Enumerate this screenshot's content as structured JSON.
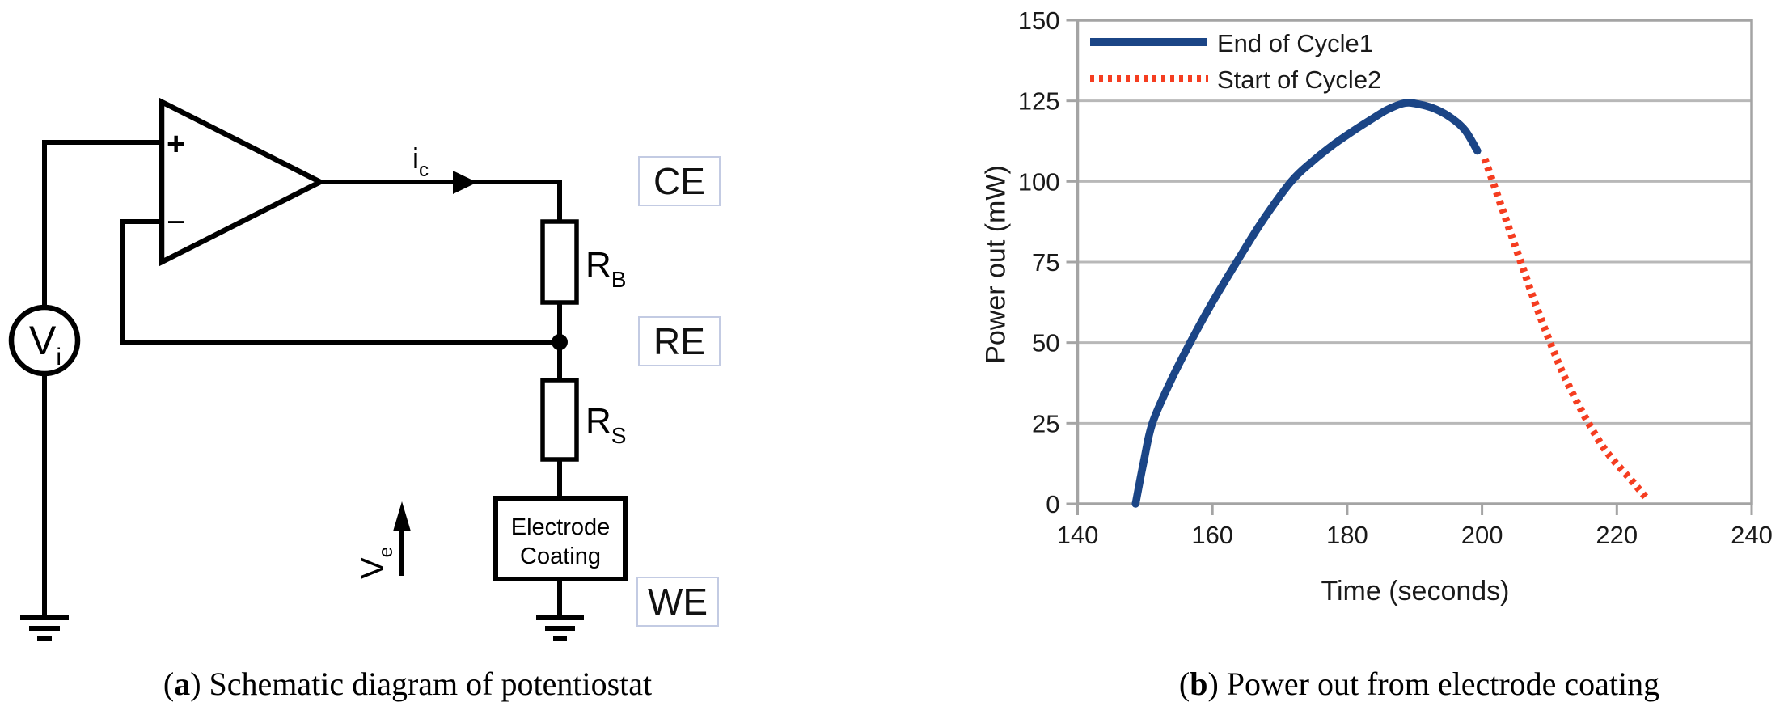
{
  "figure": {
    "panel_a": {
      "caption": {
        "open": "(",
        "letter": "a",
        "close": ")",
        "text": " Schematic diagram of potentiostat"
      },
      "labels": {
        "source": {
          "main": "V",
          "sub": "i"
        },
        "opamp_plus": "+",
        "opamp_minus": "−",
        "current": {
          "main": "i",
          "sub": "c"
        },
        "resistor_b": {
          "main": "R",
          "sub": "B"
        },
        "resistor_s": {
          "main": "R",
          "sub": "S"
        },
        "electrode_line1": "Electrode",
        "electrode_line2": "Coating",
        "voltage_e": {
          "main": "V",
          "sub": "e"
        },
        "terminal_ce": "CE",
        "terminal_re": "RE",
        "terminal_we": "WE"
      }
    },
    "panel_b": {
      "caption": {
        "open": "(",
        "letter": "b",
        "close": ")",
        "text": " Power out from electrode coating"
      }
    }
  },
  "colors": {
    "cycle1_blue": "#1b4586",
    "cycle2_red": "#f53d20",
    "grid": "#b8b8b8",
    "axis": "#a4a4a4",
    "label_box_border": "#c3cbe3"
  },
  "chart_data": {
    "type": "line",
    "title": "",
    "xlabel": "Time (seconds)",
    "ylabel": "Power out (mW)",
    "xlim": [
      140,
      240
    ],
    "ylim": [
      0,
      150
    ],
    "x_ticks": [
      140,
      160,
      180,
      200,
      220,
      240
    ],
    "y_ticks": [
      0,
      25,
      50,
      75,
      100,
      125,
      150
    ],
    "grid": "horizontal",
    "legend_position": "top-left",
    "series": [
      {
        "name": "End of Cycle1",
        "style": "solid",
        "color": "#1b4586",
        "points": [
          [
            148.6,
            0
          ],
          [
            149.8,
            13
          ],
          [
            151.1,
            25
          ],
          [
            153.8,
            38
          ],
          [
            156.7,
            50
          ],
          [
            160,
            62.5
          ],
          [
            163.6,
            75
          ],
          [
            167.5,
            88
          ],
          [
            171.7,
            100
          ],
          [
            175,
            106.5
          ],
          [
            178,
            111.5
          ],
          [
            181,
            115.8
          ],
          [
            184,
            119.8
          ],
          [
            186,
            122.3
          ],
          [
            188.5,
            124.3
          ],
          [
            190.5,
            124
          ],
          [
            193,
            122.5
          ],
          [
            195.5,
            119.6
          ],
          [
            197.5,
            115.8
          ],
          [
            199.3,
            109.5
          ]
        ]
      },
      {
        "name": "Start of Cycle2",
        "style": "dotted",
        "color": "#f53d20",
        "points": [
          [
            200.4,
            107
          ],
          [
            201.5,
            100.5
          ],
          [
            203,
            91.5
          ],
          [
            204.5,
            82.5
          ],
          [
            206,
            73.5
          ],
          [
            207.5,
            64.5
          ],
          [
            209,
            56
          ],
          [
            210.5,
            48
          ],
          [
            212,
            40.5
          ],
          [
            213.5,
            34
          ],
          [
            215,
            28
          ],
          [
            216.5,
            22.5
          ],
          [
            218,
            17.5
          ],
          [
            219.5,
            13.5
          ],
          [
            221,
            10
          ],
          [
            222.5,
            6.5
          ],
          [
            224.3,
            2
          ]
        ]
      }
    ]
  }
}
